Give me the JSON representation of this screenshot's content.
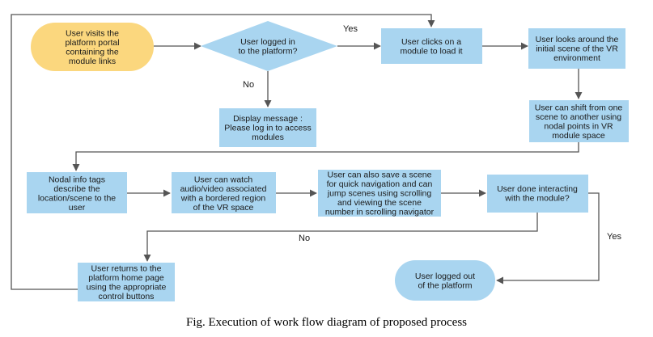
{
  "nodes": {
    "start": [
      "User visits the",
      "platform portal",
      "containing the",
      "module links"
    ],
    "logged_in": [
      "User logged in",
      "to the platform?"
    ],
    "display_message": [
      "Display message :",
      "Please log in to access",
      "modules"
    ],
    "clicks_module": [
      "User clicks on a",
      "module to load it"
    ],
    "looks_around": [
      "User looks around the",
      "initial scene of the VR",
      "environment"
    ],
    "shift_scene": [
      "User can shift from one",
      "scene to another using",
      "nodal points in VR",
      "module space"
    ],
    "nodal_tags": [
      "Nodal info tags",
      "describe the",
      "location/scene to the",
      "user"
    ],
    "watch_media": [
      "User can watch",
      "audio/video associated",
      "with a bordered region",
      "of the VR space"
    ],
    "save_scene": [
      "User can also save a scene",
      "for quick navigation and can",
      "jump scenes using scrolling",
      "and viewing the scene",
      "number in scrolling navigator"
    ],
    "done": [
      "User done interacting",
      "with the module?"
    ],
    "returns_home": [
      "User returns to the",
      "platform home page",
      "using the appropriate",
      "control buttons"
    ],
    "logged_out": [
      "User logged out",
      "of the platform"
    ]
  },
  "edges": {
    "yes_1": "Yes",
    "no_1": "No",
    "no_2": "No",
    "yes_2": "Yes"
  },
  "caption": "Fig. Execution of work flow diagram of proposed process",
  "colors": {
    "process": "#a9d5f0",
    "terminal_start": "#fbd77e",
    "decision": "#a9d5f0",
    "terminal_end": "#a9d5f0",
    "line": "#555555"
  }
}
